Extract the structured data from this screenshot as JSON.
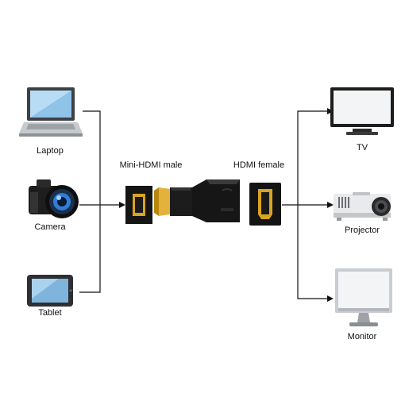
{
  "sources": [
    {
      "id": "laptop",
      "label": "Laptop",
      "icon": "laptop-icon"
    },
    {
      "id": "camera",
      "label": "Camera",
      "icon": "camera-icon"
    },
    {
      "id": "tablet",
      "label": "Tablet",
      "icon": "tablet-icon"
    }
  ],
  "adapter": {
    "male_label": "Mini-HDMI male",
    "female_label": "HDMI female",
    "icon": "hdmi-adapter-icon"
  },
  "targets": [
    {
      "id": "tv",
      "label": "TV",
      "icon": "tv-icon"
    },
    {
      "id": "projector",
      "label": "Projector",
      "icon": "projector-icon"
    },
    {
      "id": "monitor",
      "label": "Monitor",
      "icon": "monitor-icon"
    }
  ],
  "colors": {
    "line": "#111111",
    "accent_gold": "#d9a520",
    "screen_blue": "#3a7fc0"
  }
}
